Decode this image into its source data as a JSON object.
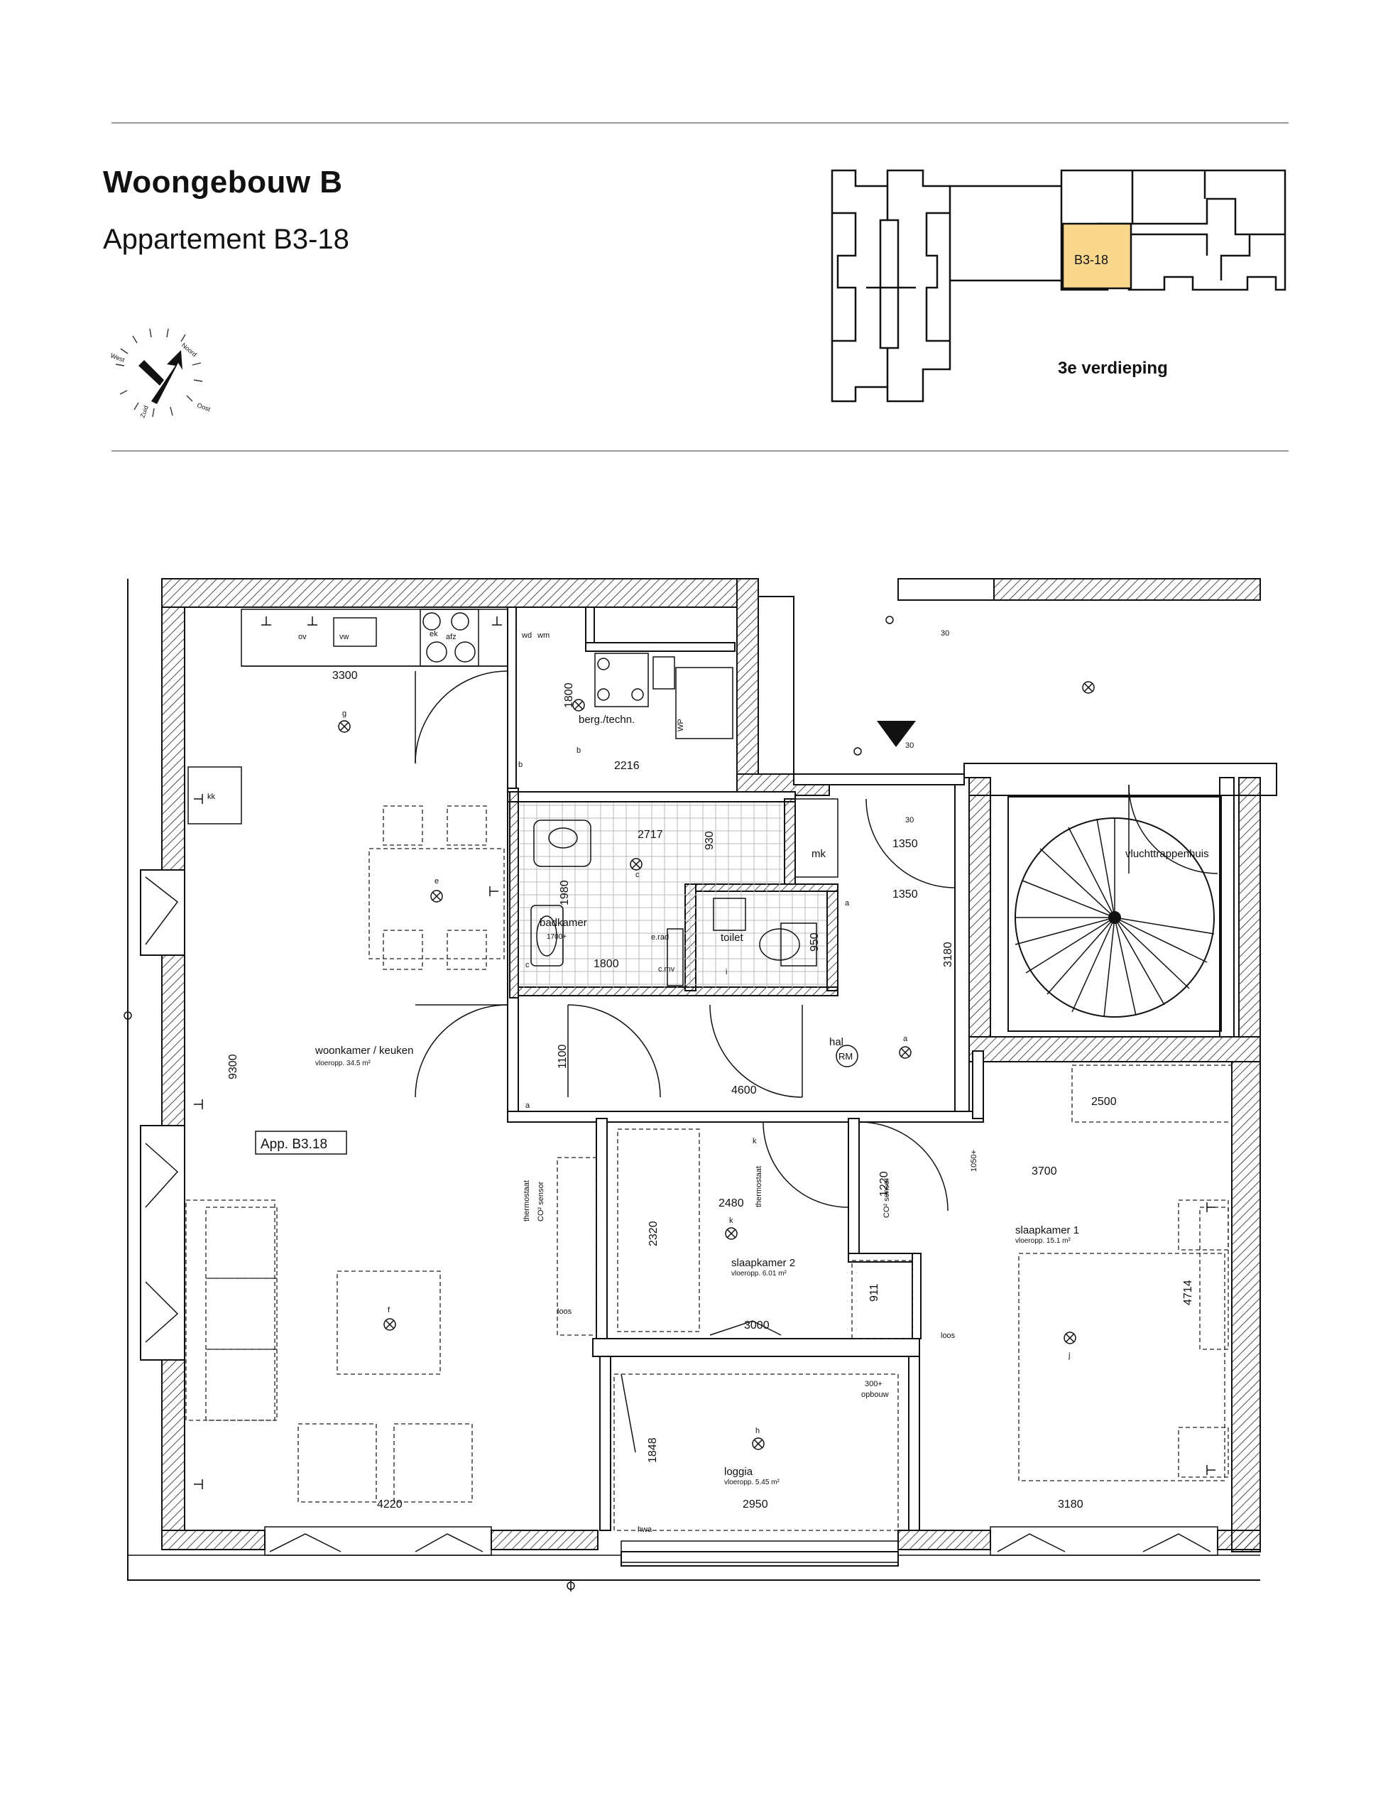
{
  "header": {
    "title": "Woongebouw  B",
    "subtitle": "Appartement B3-18",
    "floor_label": "3e verdieping",
    "keyplan_unit": "B3-18"
  },
  "colors": {
    "highlight": "#f9d88e",
    "wall_line": "#111111",
    "rule": "#9a9a9a"
  },
  "compass": {
    "labels": [
      "Noord",
      "Oost",
      "Zuid",
      "West"
    ]
  },
  "plan": {
    "app_label": "App. B3.18",
    "rooms": {
      "woonkamer": "woonkamer / keuken",
      "woonkamer_area": "vloeropp. 34.5 m²",
      "berging": "berg./techn.",
      "badkamer": "badkamer",
      "toilet": "toilet",
      "hal": "hal",
      "mk": "mk",
      "trappenhuis": "vluchttrappenhuis",
      "slaapkamer1": "slaapkamer 1",
      "slaapkamer1_area": "vloeropp. 15.1 m²",
      "slaapkamer2": "slaapkamer 2",
      "slaapkamer2_area": "vloeropp. 6.01 m²",
      "loggia": "loggia",
      "loggia_area": "vloeropp. 5.45 m²"
    },
    "dims": {
      "d3300": "3300",
      "d1800a": "1800",
      "d2216": "2216",
      "d2717": "2717",
      "d930": "930",
      "d1980": "1980",
      "d1800b": "1800",
      "d950": "950",
      "d1350a": "1350",
      "d1350b": "1350",
      "d3180a": "3180",
      "d9300": "9300",
      "d1100": "1100",
      "d4600": "4600",
      "d2500": "2500",
      "d3700": "3700",
      "d2480": "2480",
      "d2320": "2320",
      "d1220": "1220",
      "d911": "911",
      "d4714": "4714",
      "d3000": "3000",
      "d1848": "1848",
      "d2950": "2950",
      "d4220": "4220",
      "d3180b": "3180",
      "d30a": "30",
      "d30b": "30",
      "d30c": "30"
    },
    "labels": {
      "ov": "ov",
      "vw": "vw",
      "ek": "ek",
      "afz": "afz",
      "wd": "wd",
      "wm": "wm",
      "wp": "WP",
      "kk": "kk",
      "rm": "RM",
      "erad": "e.rad",
      "cmv": "c.mv",
      "h1700": "1700+",
      "thermostaat1": "thermostaat",
      "co2": "CO² sensor",
      "thermostaat2": "thermostaat",
      "co2b": "CO² sensor",
      "h1050": "1050+",
      "h300": "300+",
      "opbouw": "opbouw",
      "hwa": "hwa",
      "loos1": "loos",
      "loos2": "loos",
      "a1": "a",
      "a2": "a",
      "a3": "a",
      "b1": "b",
      "b2": "b",
      "c1": "c",
      "c2": "c",
      "e": "e",
      "f": "f",
      "g": "g",
      "h": "h",
      "i": "i",
      "j": "j",
      "k1": "k",
      "k2": "k"
    }
  }
}
